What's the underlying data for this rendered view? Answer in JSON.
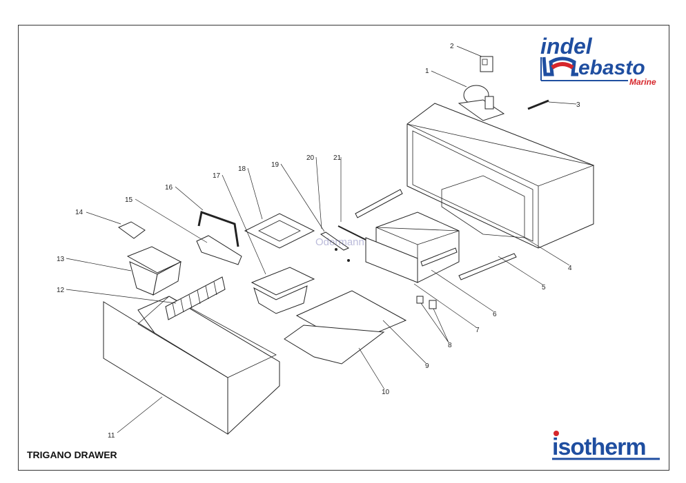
{
  "title": "TRIGANO DRAWER",
  "logos": {
    "top": {
      "line1": "indel",
      "line2": "Webasto",
      "sub": "Marine"
    },
    "bottom": "isotherm"
  },
  "watermark": "Odermann",
  "colors": {
    "brand_blue": "#1f4ea0",
    "brand_red": "#d6262b"
  },
  "callouts": [
    "1",
    "2",
    "3",
    "4",
    "5",
    "6",
    "7",
    "8",
    "9",
    "10",
    "11",
    "12",
    "13",
    "14",
    "15",
    "16",
    "17",
    "18",
    "19",
    "20",
    "21"
  ]
}
